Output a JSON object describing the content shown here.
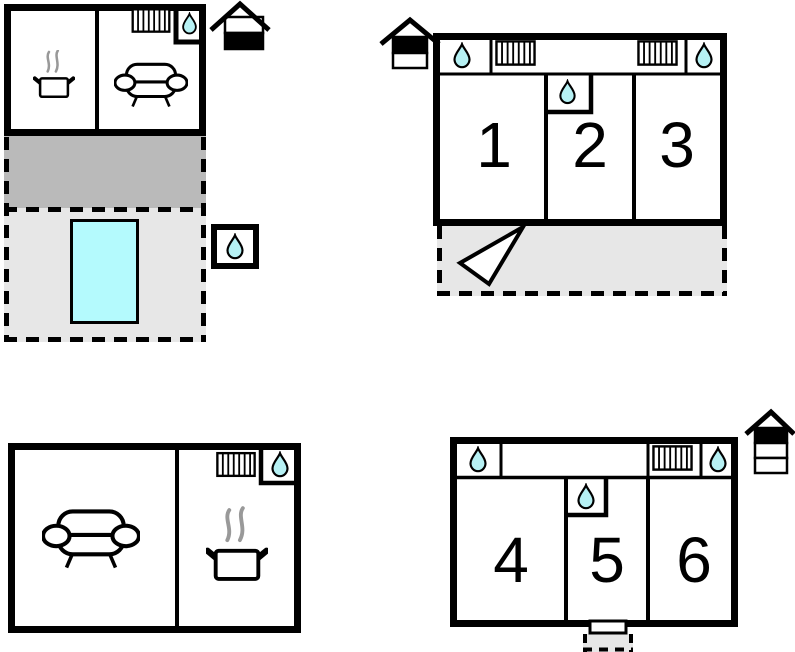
{
  "page": {
    "background": "#ffffff",
    "description": "Holiday-home floor plan diagram with four plan views and numbered rooms"
  },
  "colors": {
    "wall": "#000000",
    "water_drop": "#b6f1f4",
    "pool": "#b4fafd",
    "terrace_dark": "#bababa",
    "terrace_light": "#e7e7e7",
    "steam": "#999999",
    "label": "#000000"
  },
  "units": [
    {
      "id": "unit-top-left",
      "house_level_bands": [
        "#ffffff",
        "#000000"
      ],
      "room_labels": [],
      "icons": [
        "cooking-pot",
        "sofa",
        "radiator",
        "water-drop",
        "pool",
        "water-drop-external",
        "house-level"
      ]
    },
    {
      "id": "unit-top-right",
      "house_level_bands": [
        "#000000",
        "#ffffff"
      ],
      "room_labels": [
        "1",
        "2",
        "3"
      ],
      "icons": [
        "water-drop",
        "radiator",
        "radiator",
        "water-drop",
        "water-drop",
        "direction-arrow",
        "house-level"
      ]
    },
    {
      "id": "unit-bottom-left",
      "room_labels": [],
      "icons": [
        "sofa",
        "radiator",
        "water-drop",
        "cooking-pot"
      ]
    },
    {
      "id": "unit-bottom-right",
      "house_level_bands": [
        "#000000",
        "#ffffff",
        "#ffffff"
      ],
      "room_labels": [
        "4",
        "5",
        "6"
      ],
      "icons": [
        "water-drop",
        "radiator",
        "water-drop",
        "water-drop",
        "entrance-step",
        "house-level"
      ]
    }
  ]
}
